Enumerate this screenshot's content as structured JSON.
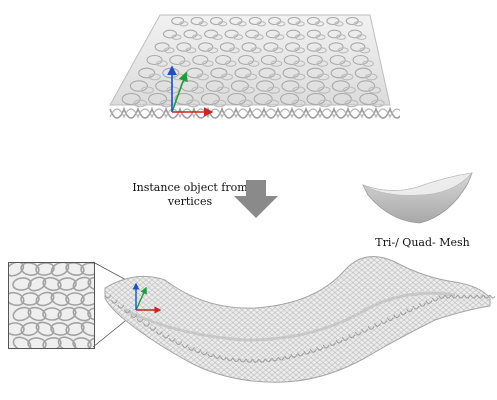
{
  "figure": {
    "step_label_line1": "Instance object from",
    "step_label_line2": "vertices",
    "mesh_label": "Tri-/ Quad- Mesh"
  },
  "colors": {
    "axis_x": "#c62828",
    "axis_y": "#1e9e3a",
    "axis_z": "#1f4fc1",
    "arrow": "#8a8a8a",
    "structure": "#cfcfcf",
    "structure_edge": "#9e9e9e"
  },
  "icons": {
    "process_arrow": "down-arrow-icon",
    "axes": "xyz-axes-icon"
  }
}
